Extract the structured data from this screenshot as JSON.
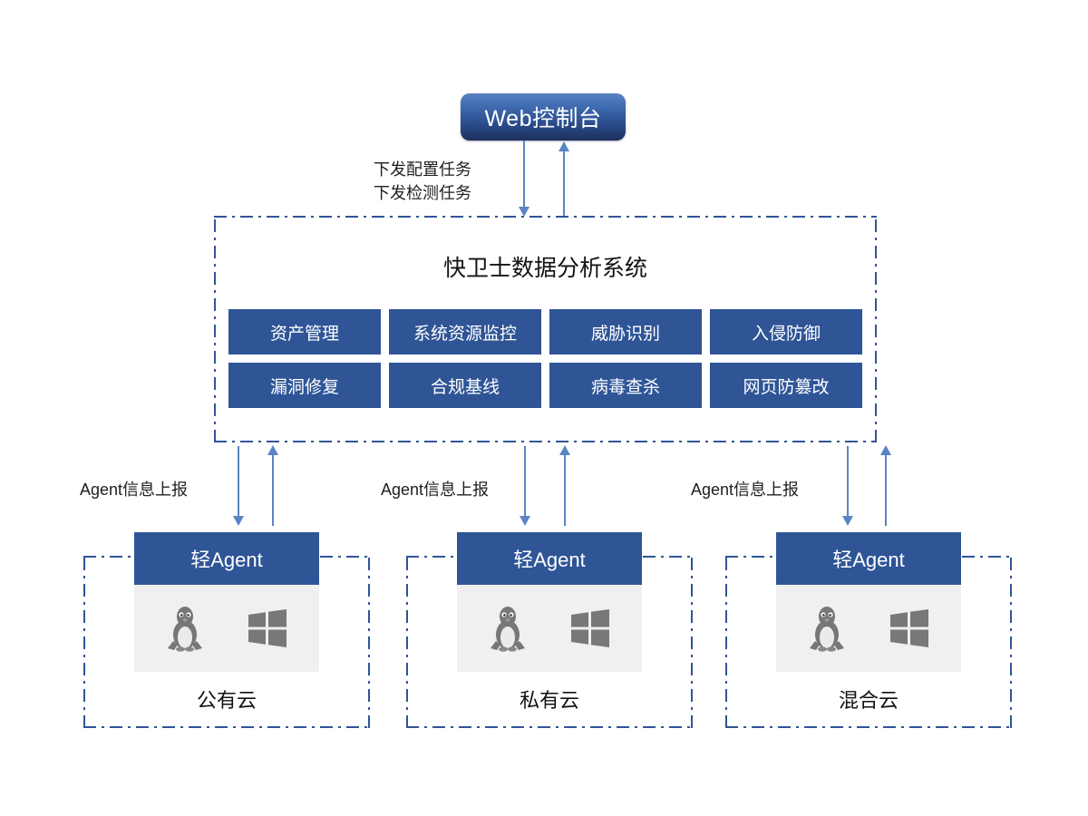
{
  "diagram": {
    "console": {
      "label": "Web控制台",
      "gradient_top": "#5b82bf",
      "gradient_bottom": "#1d2f5c"
    },
    "task_flow": {
      "line1": "下发配置任务",
      "line2": "下发检测任务"
    },
    "analysis_system": {
      "title": "快卫士数据分析系统",
      "border_color": "#2f5597",
      "tile_color": "#2f5597",
      "modules_row1": [
        "资产管理",
        "系统资源监控",
        "威胁识别",
        "入侵防御"
      ],
      "modules_row2": [
        "漏洞修复",
        "合规基线",
        "病毒查杀",
        "网页防篡改"
      ]
    },
    "agent_report_label": "Agent信息上报",
    "arrow_color": "#5b84c4",
    "clouds": [
      {
        "agent_label": "轻Agent",
        "cloud_label": "公有云",
        "os_icons": [
          "linux-penguin-icon",
          "windows-logo-icon"
        ],
        "report_label": "Agent信息上报"
      },
      {
        "agent_label": "轻Agent",
        "cloud_label": "私有云",
        "os_icons": [
          "linux-penguin-icon",
          "windows-logo-icon"
        ],
        "report_label": "Agent信息上报"
      },
      {
        "agent_label": "轻Agent",
        "cloud_label": "混合云",
        "os_icons": [
          "linux-penguin-icon",
          "windows-logo-icon"
        ],
        "report_label": "Agent信息上报"
      }
    ]
  }
}
